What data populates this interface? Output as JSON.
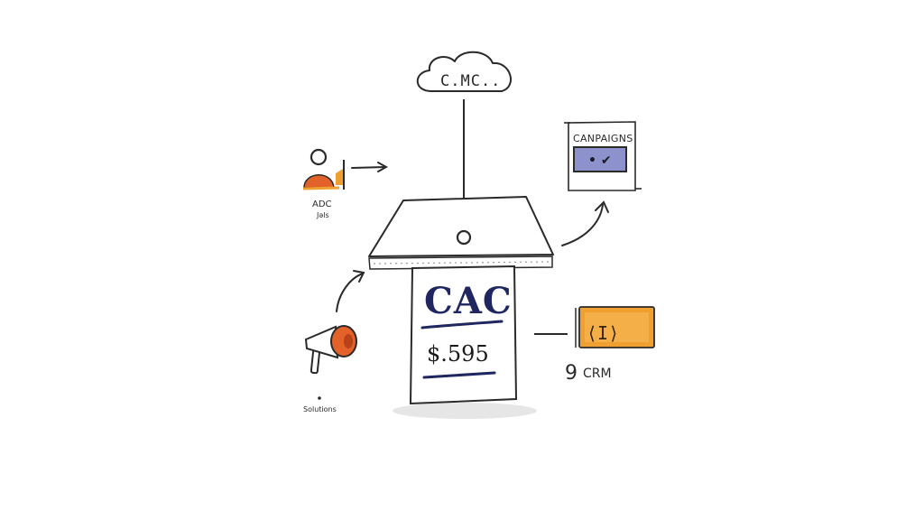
{
  "diagram": {
    "cloud": {
      "label": "C.MC.."
    },
    "campaigns": {
      "title": "CANPAIGNS",
      "widget_text": "• ✔"
    },
    "ads": {
      "label": "ADC",
      "sublabel": "Jǝls"
    },
    "cac": {
      "title": "CAC",
      "value": "$.595"
    },
    "crm": {
      "badge_text": "⟨I⟩",
      "number": "9",
      "label": "CRM"
    },
    "solutions": {
      "label": "Solutions"
    }
  },
  "colors": {
    "ink": "#2a2a2a",
    "navy": "#1f2660",
    "orange": "#e2622a",
    "amber": "#f0a030",
    "lavender": "#8e92cc",
    "shadow": "#e6e6e6"
  },
  "icons": [
    "person-icon",
    "megaphone-icon",
    "cloud-icon"
  ]
}
